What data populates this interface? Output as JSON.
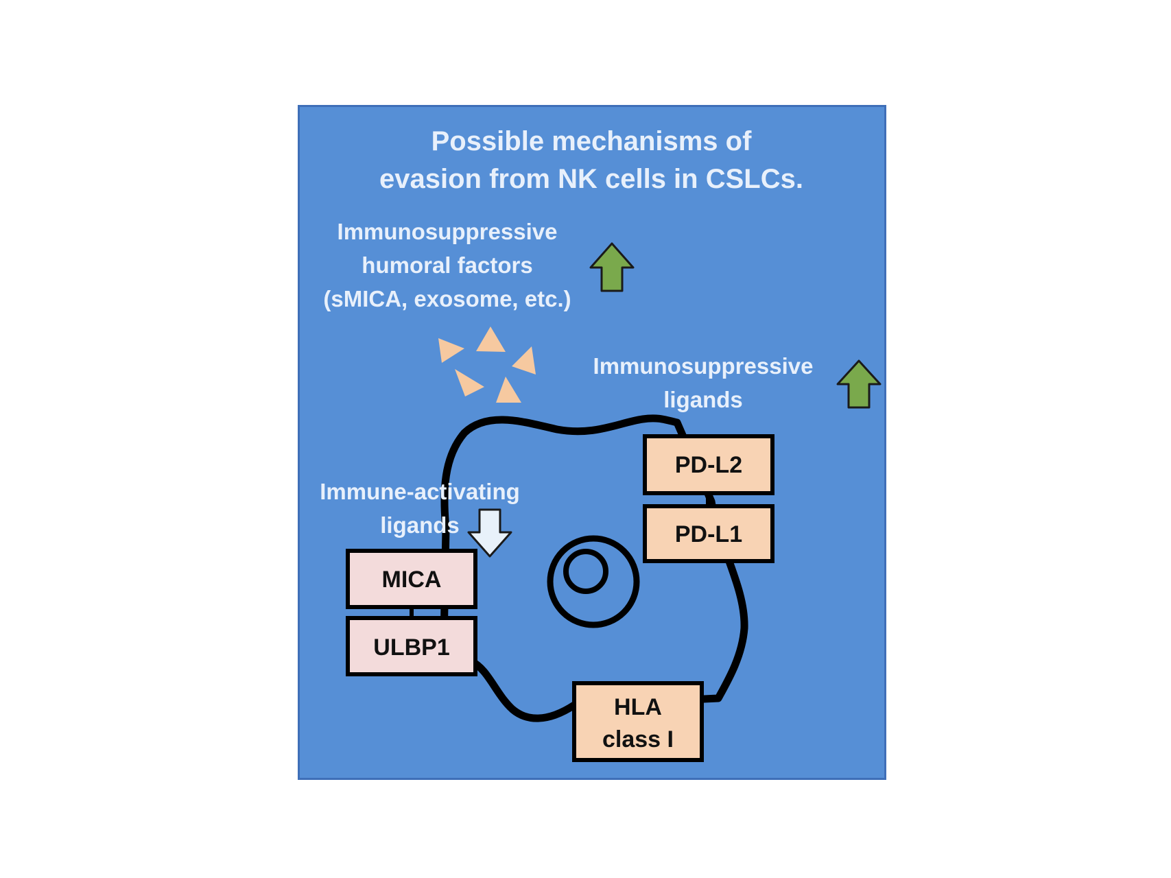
{
  "title": {
    "line1": "Possible mechanisms of",
    "line2": "evasion from NK cells in CSLCs."
  },
  "humoral": {
    "line1": "Immunosuppressive",
    "line2": "humoral factors",
    "line3": "(sMICA, exosome, etc.)"
  },
  "suppressive_ligands": {
    "line1": "Immunosuppressive",
    "line2": "ligands"
  },
  "activating_ligands": {
    "line1": "Immune-activating",
    "line2": "ligands"
  },
  "boxes": {
    "mica": "MICA",
    "ulbp1": "ULBP1",
    "pdl2": "PD-L2",
    "pdl1": "PD-L1",
    "hla_line1": "HLA",
    "hla_line2": "class I"
  },
  "colors": {
    "panel_bg": "#568fd6",
    "text": "#e8f0fb",
    "up_arrow": "#7aa94c",
    "down_arrow": "#e8f1fa",
    "factor_triangle": "#f6c9a0",
    "suppressive_box": "#f8d3b4",
    "activating_box": "#f3dbdb",
    "cell_outline": "#000000"
  },
  "icons": {
    "up_arrow": "up-arrow-icon",
    "down_arrow": "down-arrow-icon",
    "triangle": "triangle-icon"
  }
}
